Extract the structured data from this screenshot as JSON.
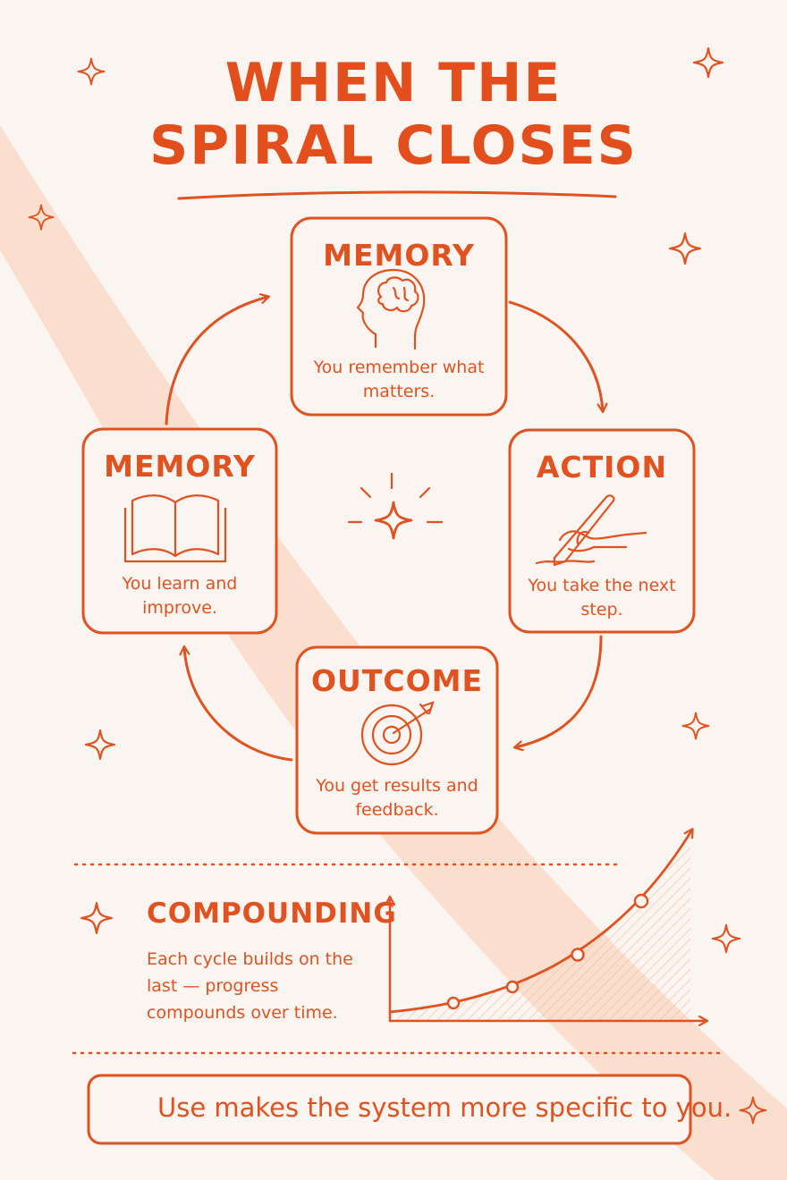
{
  "title": {
    "line1": "WHEN THE",
    "line2": "SPIRAL CLOSES"
  },
  "cycle": [
    {
      "id": "memory-top",
      "title": "MEMORY",
      "desc": "You remember what matters.",
      "icon": "brain-head-icon"
    },
    {
      "id": "action",
      "title": "ACTION",
      "desc": "You take the next step.",
      "icon": "writing-hand-icon"
    },
    {
      "id": "outcome",
      "title": "OUTCOME",
      "desc": "You get results and feedback.",
      "icon": "target-arrow-icon"
    },
    {
      "id": "memory-left",
      "title": "MEMORY",
      "desc": "You learn and improve.",
      "icon": "open-book-icon"
    }
  ],
  "compounding": {
    "title": "COMPOUNDING",
    "desc": "Each cycle builds on the last — progress compounds over time."
  },
  "footer": {
    "text": "Use makes the system more specific to you."
  },
  "colors": {
    "accent": "#e0521f",
    "background": "#faf5f1",
    "band": "#f9d9c8"
  }
}
